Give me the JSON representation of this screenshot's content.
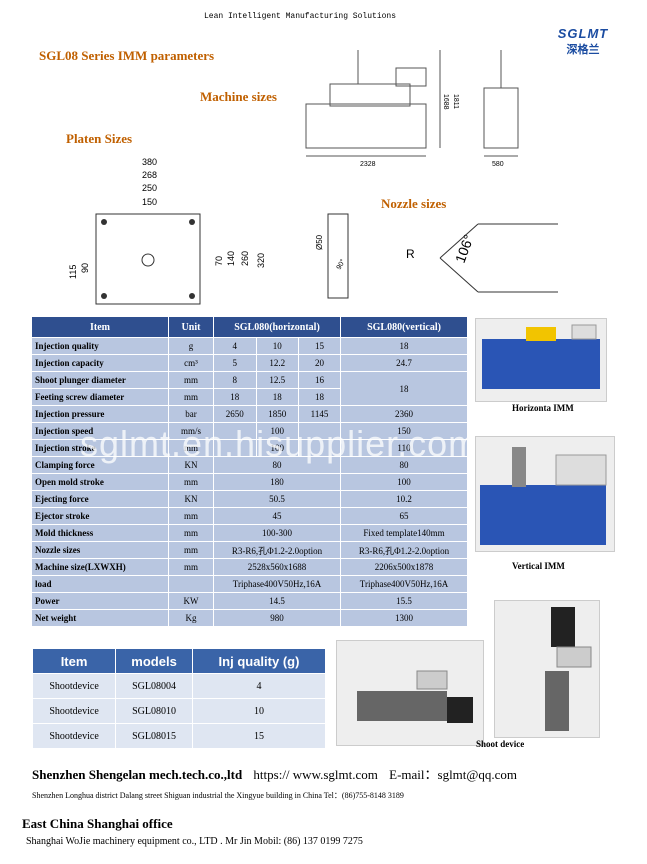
{
  "header": {
    "tagline": "Lean Intelligent Manufacturing Solutions",
    "logo_brand": "SGLMT",
    "logo_cn": "深格兰"
  },
  "title": "SGL08 Series IMM parameters",
  "sections": {
    "machine_sizes": "Machine sizes",
    "platen_sizes": "Platen Sizes",
    "nozzle_sizes": "Nozzle sizes"
  },
  "machine_dims": {
    "width": "2328",
    "height1": "1688",
    "height2": "1811",
    "depth": "580"
  },
  "platen_dims": {
    "d380": "380",
    "d268": "268",
    "d250": "250",
    "d150": "150",
    "d115": "115",
    "d90": "90",
    "d70": "70",
    "d140": "140",
    "d260": "260",
    "d320": "320"
  },
  "nozzle_dims": {
    "dia": "Ø50",
    "angle": "90°",
    "r": "R",
    "big_angle": "106°"
  },
  "spec_table": {
    "headers": [
      "Item",
      "Unit",
      "SGL080(horizontal)",
      "SGL080(vertical)"
    ],
    "rows": [
      {
        "item": "Injection quality",
        "unit": "g",
        "h": [
          "4",
          "10",
          "15"
        ],
        "v": "18"
      },
      {
        "item": "Injection capacity",
        "unit": "cm³",
        "h": [
          "5",
          "12.2",
          "20"
        ],
        "v": "24.7"
      },
      {
        "item": "Shoot plunger diameter",
        "unit": "mm",
        "h": [
          "8",
          "12.5",
          "16"
        ],
        "v": "18"
      },
      {
        "item": "Feeting screw diameter",
        "unit": "mm",
        "h": [
          "18",
          "18",
          "18"
        ]
      },
      {
        "item": "Injection pressure",
        "unit": "bar",
        "h": [
          "2650",
          "1850",
          "1145"
        ],
        "v": "2360"
      },
      {
        "item": "Injection speed",
        "unit": "mm/s",
        "h": [
          "",
          "100",
          ""
        ],
        "v": "150"
      },
      {
        "item": "Injection stroke",
        "unit": "mm",
        "h": [
          "",
          "100",
          ""
        ],
        "v": "110"
      },
      {
        "item": "Clamping force",
        "unit": "KN",
        "hs": "80",
        "v": "80"
      },
      {
        "item": "Open mold stroke",
        "unit": "mm",
        "hs": "180",
        "v": "100"
      },
      {
        "item": "Ejecting force",
        "unit": "KN",
        "hs": "50.5",
        "v": "10.2"
      },
      {
        "item": "Ejector stroke",
        "unit": "mm",
        "hs": "45",
        "v": "65"
      },
      {
        "item": "Mold thickness",
        "unit": "mm",
        "hs": "100-300",
        "v": "Fixed template140mm"
      },
      {
        "item": "Nozzle sizes",
        "unit": "mm",
        "hs": "R3-R6,孔Φ1.2-2.0option",
        "v": "R3-R6,孔Φ1.2-2.0option"
      },
      {
        "item": "Machine size(LXWXH)",
        "unit": "mm",
        "hs": "2528x560x1688",
        "v": "2206x500x1878"
      },
      {
        "item": "load",
        "unit": "",
        "hs": "Triphase400V50Hz,16A",
        "v": "Triphase400V50Hz,16A"
      },
      {
        "item": "Power",
        "unit": "KW",
        "hs": "14.5",
        "v": "15.5"
      },
      {
        "item": "Net weight",
        "unit": "Kg",
        "hs": "980",
        "v": "1300"
      }
    ]
  },
  "shoot_table": {
    "headers": [
      "Item",
      "models",
      "Inj quality (g)"
    ],
    "rows": [
      [
        "Shootdevice",
        "SGL08004",
        "4"
      ],
      [
        "Shootdevice",
        "SGL08010",
        "10"
      ],
      [
        "Shootdevice",
        "SGL08015",
        "15"
      ]
    ]
  },
  "captions": {
    "horizontal": "Horizonta IMM",
    "vertical": "Vertical  IMM",
    "shoot": "Shoot device"
  },
  "watermark": "sglmt.en.hisupplier.com",
  "footer": {
    "company": "Shenzhen Shengelan mech.tech.co.,ltd",
    "web": "https:// www.sglmt.com",
    "email": "E-mail：sglmt@qq.com",
    "address": "Shenzhen Longhua district Dalang street Shiguan industrial the Xingyue building in China    Tel：(86)755-8148 3189",
    "east": "East China Shanghai office",
    "shanghai": "Shanghai WoJie machinery equipment co., LTD .     Mr Jin      Mobil: (86) 137 0199 7275"
  },
  "colors": {
    "header_bg": "#2f4f8f",
    "cell_bg": "#b8c6e0",
    "title": "#c06000",
    "logo": "#1b4ca1"
  }
}
